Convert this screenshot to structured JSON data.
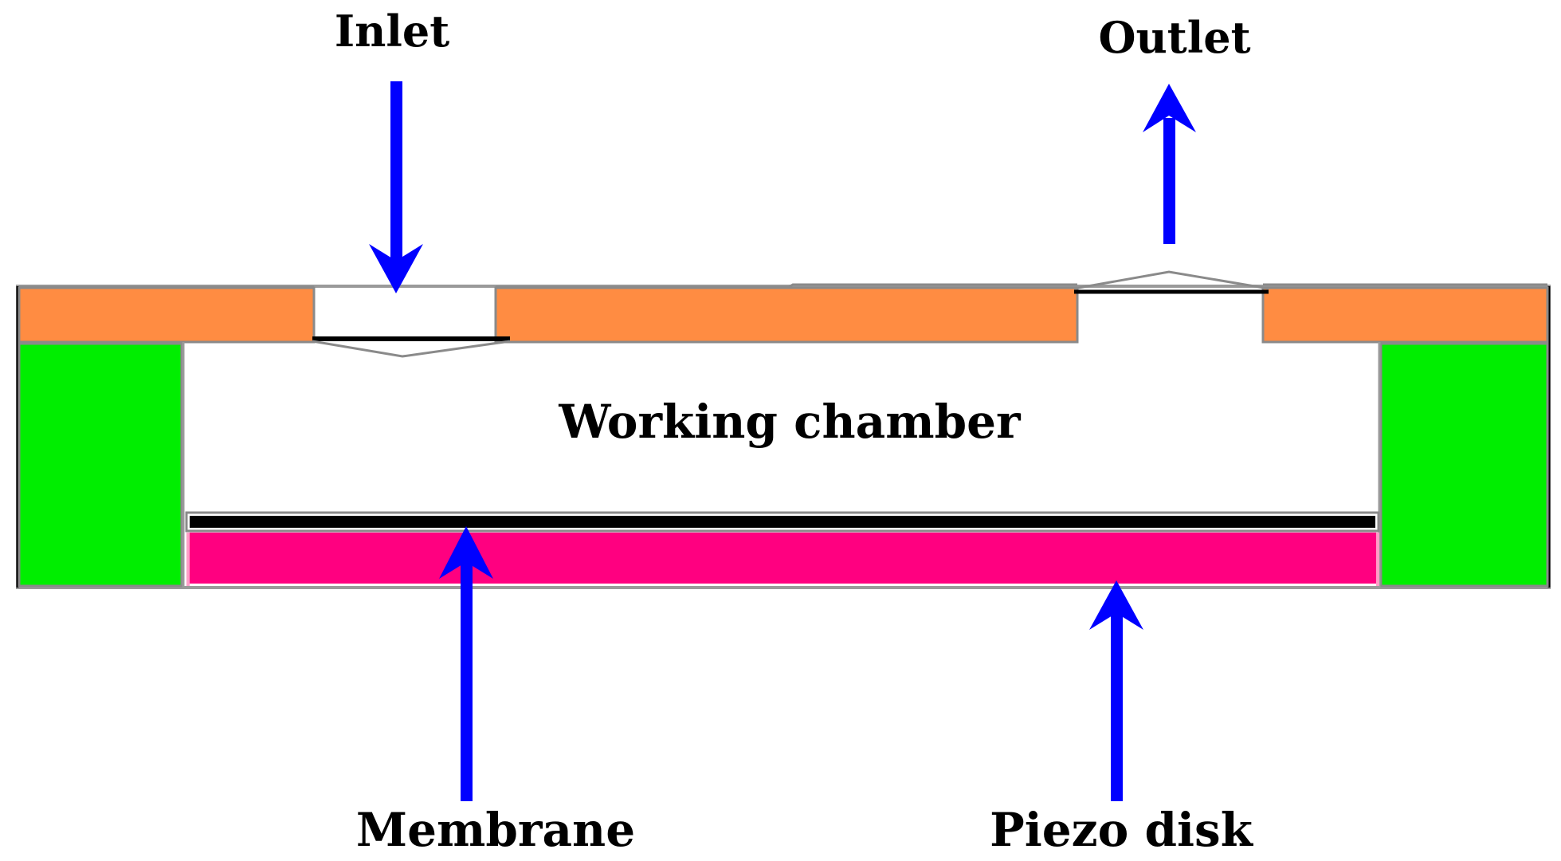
{
  "labels": {
    "inlet": "Inlet",
    "outlet": "Outlet",
    "chamber": "Working chamber",
    "membrane": "Membrane",
    "piezo": "Piezo disk"
  },
  "colors": {
    "cover": "#FF8C42",
    "spacer": "#00EE00",
    "piezo": "#FF0080",
    "membrane": "#000000",
    "arrow": "#0000FF",
    "outline": "#9A9A9A"
  }
}
